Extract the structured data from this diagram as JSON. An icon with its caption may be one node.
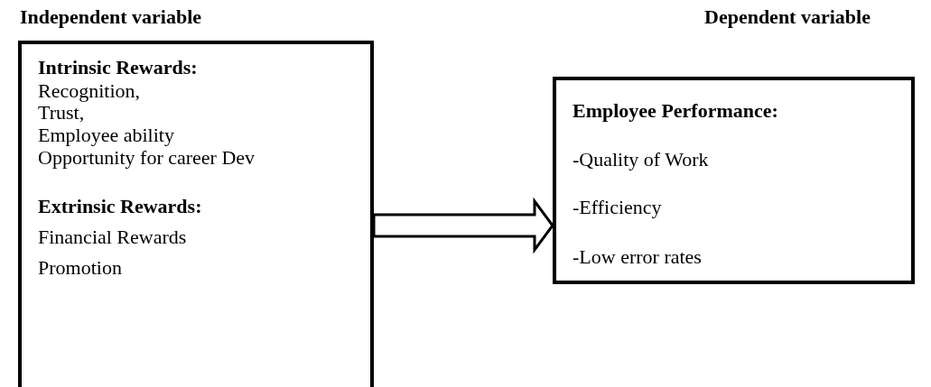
{
  "diagram": {
    "nodes": [
      {
        "text": [
          "Independent variable",
          "Intrinsic Rewards:",
          "Recognition,",
          "Trust,",
          "Employee ability",
          "Opportunity for career Dev",
          "Extrinsic Rewards:",
          "Financial Rewards",
          "Promotion"
        ]
      },
      {
        "text": [
          "Dependent variable",
          "Employee Performance:",
          "-Quality of Work",
          "-Efficiency",
          "-Low error rates"
        ]
      }
    ],
    "edges": [
      {
        "from": 0,
        "to": 1,
        "arrow": "to"
      }
    ]
  }
}
